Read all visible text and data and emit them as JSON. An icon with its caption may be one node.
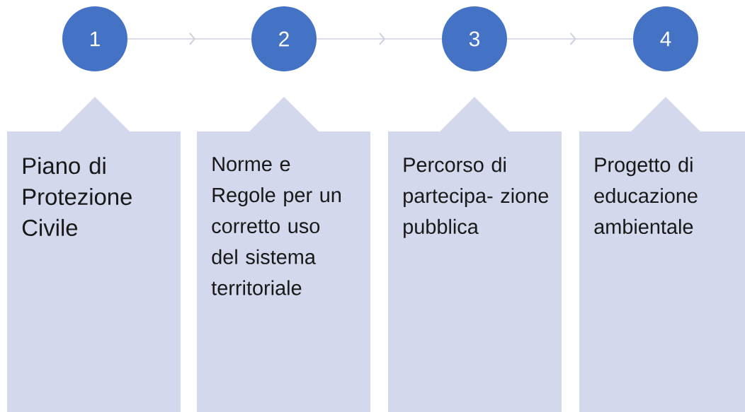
{
  "diagram": {
    "nodes": [
      {
        "text": [
          "1"
        ]
      },
      {
        "text": [
          "2"
        ]
      },
      {
        "text": [
          "3"
        ]
      },
      {
        "text": [
          "4"
        ]
      },
      {
        "text": [
          "Piano di Protezione Civile"
        ]
      },
      {
        "text": [
          "Norme e Regole per un corretto uso del sistema territoriale"
        ]
      },
      {
        "text": [
          "Percorso di partecipa- zione pubblica"
        ]
      },
      {
        "text": [
          "Progetto di educazione ambientale"
        ]
      }
    ],
    "edges": [
      {
        "from": 0,
        "to": 1,
        "arrow": "to"
      },
      {
        "from": 1,
        "to": 2,
        "arrow": "to"
      },
      {
        "from": 2,
        "to": 3,
        "arrow": "to"
      }
    ]
  }
}
